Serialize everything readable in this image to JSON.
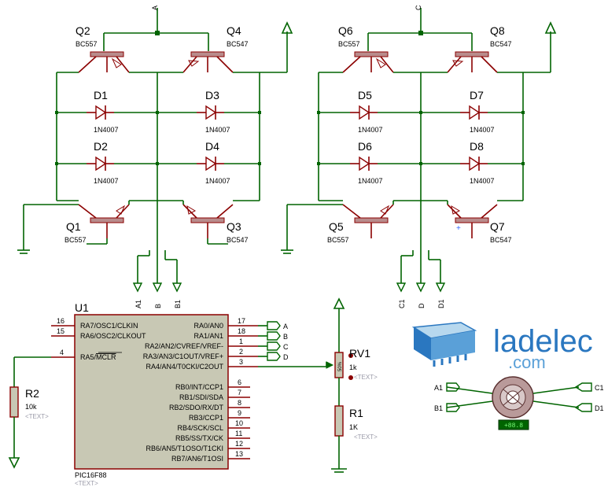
{
  "transistors": [
    {
      "ref": "Q2",
      "part": "BC557"
    },
    {
      "ref": "Q4",
      "part": "BC547"
    },
    {
      "ref": "Q1",
      "part": "BC557"
    },
    {
      "ref": "Q3",
      "part": "BC547"
    },
    {
      "ref": "Q6",
      "part": "BC557"
    },
    {
      "ref": "Q8",
      "part": "BC547"
    },
    {
      "ref": "Q5",
      "part": "BC557"
    },
    {
      "ref": "Q7",
      "part": "BC547"
    }
  ],
  "diodes": [
    {
      "ref": "D1",
      "part": "1N4007"
    },
    {
      "ref": "D3",
      "part": "1N4007"
    },
    {
      "ref": "D2",
      "part": "1N4007"
    },
    {
      "ref": "D4",
      "part": "1N4007"
    },
    {
      "ref": "D5",
      "part": "1N4007"
    },
    {
      "ref": "D7",
      "part": "1N4007"
    },
    {
      "ref": "D6",
      "part": "1N4007"
    },
    {
      "ref": "D8",
      "part": "1N4007"
    }
  ],
  "bridge_terminals": {
    "top_left": "A",
    "top_right": "C",
    "bottom_left": [
      "A1",
      "B",
      "B1"
    ],
    "bottom_right": [
      "C1",
      "D",
      "D1"
    ]
  },
  "mcu": {
    "ref": "U1",
    "part": "PIC16F88",
    "text_placeholder": "<TEXT>",
    "left_pins": [
      {
        "num": "16",
        "name": "RA7/OSC1/CLKIN"
      },
      {
        "num": "15",
        "name": "RA6/OSC2/CLKOUT"
      },
      {
        "num": "4",
        "name_pre": "RA5/",
        "name_over": "MCLR"
      }
    ],
    "right_pins": [
      {
        "num": "17",
        "name": "RA0/AN0",
        "net": "A"
      },
      {
        "num": "18",
        "name": "RA1/AN1",
        "net": "B"
      },
      {
        "num": "1",
        "name": "RA2/AN2/CVREF/VREF-",
        "net": "C"
      },
      {
        "num": "2",
        "name": "RA3/AN3/C1OUT/VREF+",
        "net": "D"
      },
      {
        "num": "3",
        "name": "RA4/AN4/T0CKI/C2OUT",
        "net": ""
      },
      {
        "num": "6",
        "name": "RB0/INT/CCP1",
        "net": ""
      },
      {
        "num": "7",
        "name": "RB1/SDI/SDA",
        "net": ""
      },
      {
        "num": "8",
        "name": "RB2/SDO/RX/DT",
        "net": ""
      },
      {
        "num": "9",
        "name": "RB3/CCP1",
        "net": ""
      },
      {
        "num": "10",
        "name": "RB4/SCK/SCL",
        "net": ""
      },
      {
        "num": "11",
        "name": "RB5/SS/TX/CK",
        "net": ""
      },
      {
        "num": "12",
        "name": "RB6/AN5/T1OSO/T1CKI",
        "net": ""
      },
      {
        "num": "13",
        "name": "RB7/AN6/T1OSI",
        "net": ""
      }
    ]
  },
  "r2": {
    "ref": "R2",
    "value": "10k",
    "text": "<TEXT>"
  },
  "rv1": {
    "ref": "RV1",
    "value": "1k",
    "text": "<TEXT>",
    "pct": "50%"
  },
  "r1": {
    "ref": "R1",
    "value": "1K",
    "text": "<TEXT>"
  },
  "motor": {
    "left": [
      "A1",
      "B1"
    ],
    "right": [
      "C1",
      "D1"
    ],
    "readout": "+88.8"
  },
  "logo": {
    "name": "ladelec",
    "sub": ".com",
    "color": "#2a77c0"
  }
}
